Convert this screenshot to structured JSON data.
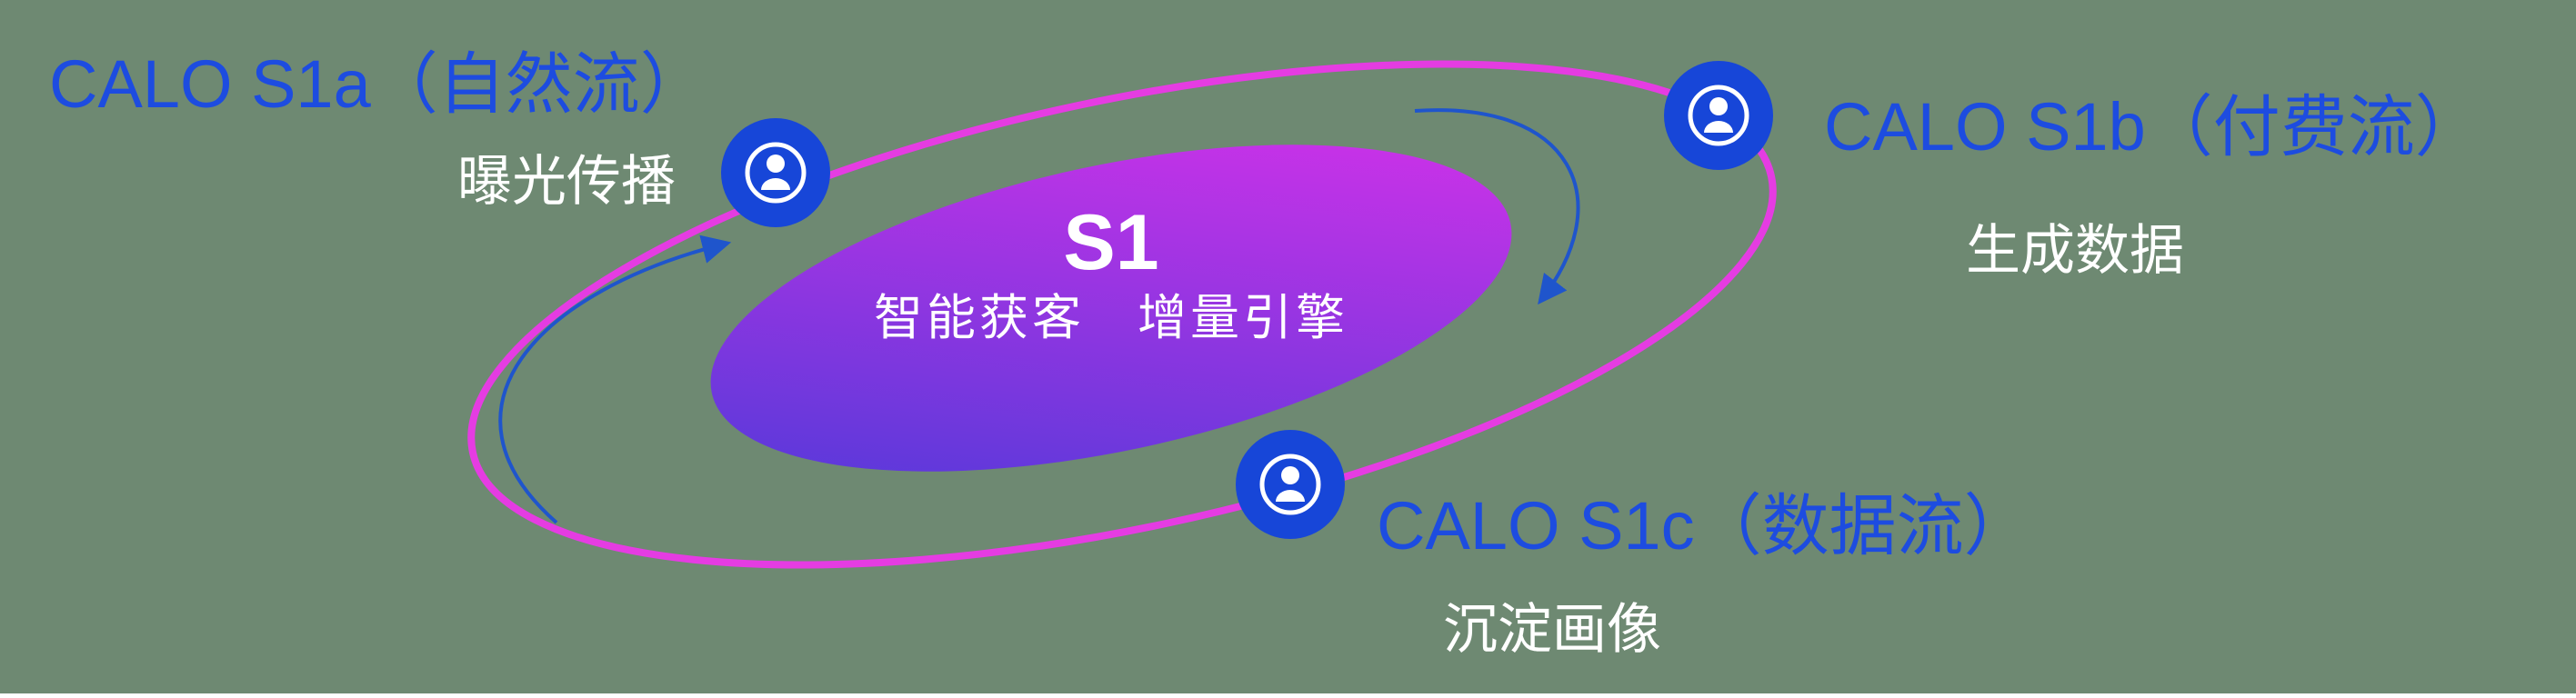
{
  "diagram": {
    "name": "CALO S1 orbit diagram",
    "colors": {
      "background": "#6e8972",
      "label_blue": "#1d4ce0",
      "orbit_magenta": "#e53ce2",
      "gradient_start": "#4b3ad8",
      "gradient_end": "#db31ea",
      "arrow_blue": "#1f55cc",
      "icon_blue": "#1746d8",
      "text_white": "#ffffff"
    },
    "core": {
      "title": "S1",
      "subtitle": "智能获客　增量引擎"
    },
    "nodes": [
      {
        "id": "s1a",
        "icon": "user-icon",
        "label": "CALO S1a（自然流）",
        "sublabel": "曝光传播"
      },
      {
        "id": "s1b",
        "icon": "user-icon",
        "label": "CALO S1b（付费流）",
        "sublabel": "生成数据"
      },
      {
        "id": "s1c",
        "icon": "user-icon",
        "label": "CALO S1c（数据流）",
        "sublabel": "沉淀画像"
      }
    ]
  }
}
